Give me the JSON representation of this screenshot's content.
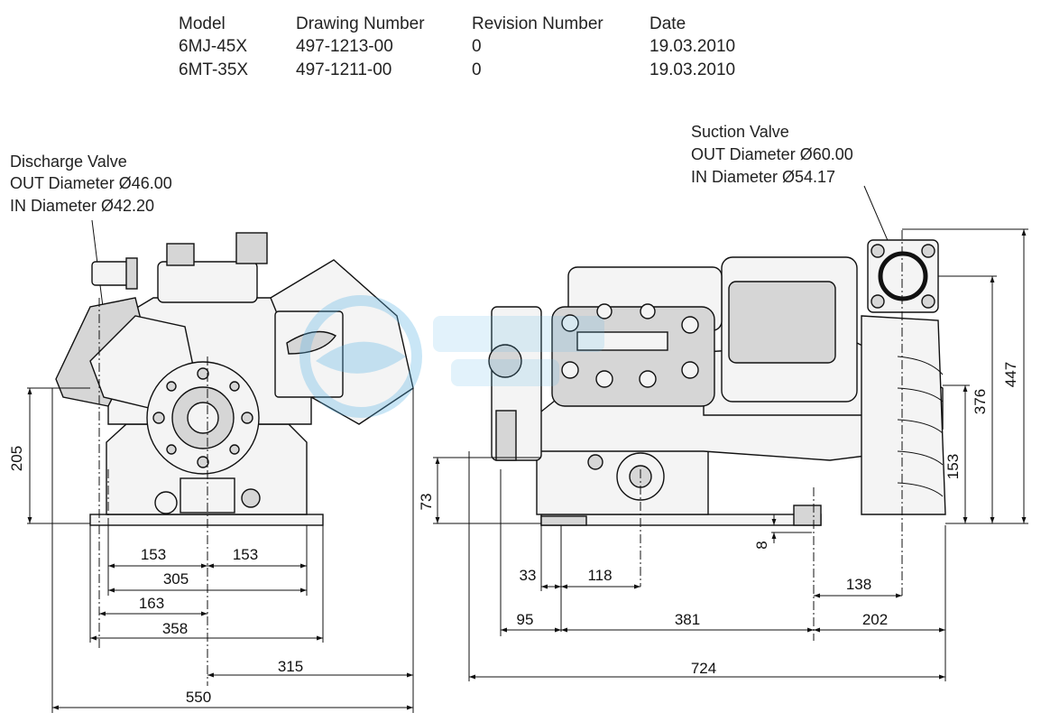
{
  "table": {
    "headers": [
      "Model",
      "Drawing Number",
      "Revision Number",
      "Date"
    ],
    "rows": [
      [
        "6MJ-45X",
        "497-1213-00",
        "0",
        "19.03.2010"
      ],
      [
        "6MT-35X",
        "497-1211-00",
        "0",
        "19.03.2010"
      ]
    ]
  },
  "callouts": {
    "discharge": [
      "Discharge Valve",
      "OUT Diameter Ø46.00",
      "IN Diameter Ø42.20"
    ],
    "suction": [
      "Suction Valve",
      "OUT Diameter Ø60.00",
      "IN Diameter Ø54.17"
    ]
  },
  "watermark": {
    "color": "#5ab4e6"
  },
  "dimensions": {
    "front": {
      "h205": "205",
      "w153a": "153",
      "w153b": "153",
      "w305": "305",
      "w163": "163",
      "w358": "358",
      "w315": "315",
      "w550": "550"
    },
    "side": {
      "h73": "73",
      "h8": "8",
      "h447": "447",
      "h376": "376",
      "h153": "153",
      "w33": "33",
      "w118": "118",
      "w138": "138",
      "w95": "95",
      "w381": "381",
      "w202": "202",
      "w724": "724"
    }
  }
}
